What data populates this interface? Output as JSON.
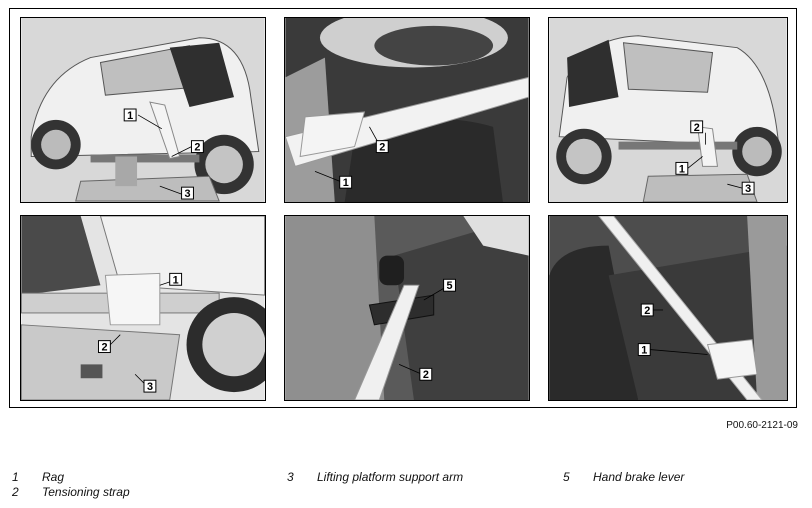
{
  "figure_ref": "P00.60-2121-09",
  "callout_labels": [
    "1",
    "2",
    "3",
    "5"
  ],
  "legend": [
    {
      "num": "1",
      "text": "Rag"
    },
    {
      "num": "2",
      "text": "Tensioning strap"
    },
    {
      "num": "3",
      "text": "Lifting platform support arm"
    },
    {
      "num": "5",
      "text": "Hand brake lever"
    }
  ],
  "photo_tone": {
    "light": "#e6e6e6",
    "mid": "#9a9a9a",
    "dark": "#2e2e2e",
    "strap": "#f2f2f2"
  }
}
